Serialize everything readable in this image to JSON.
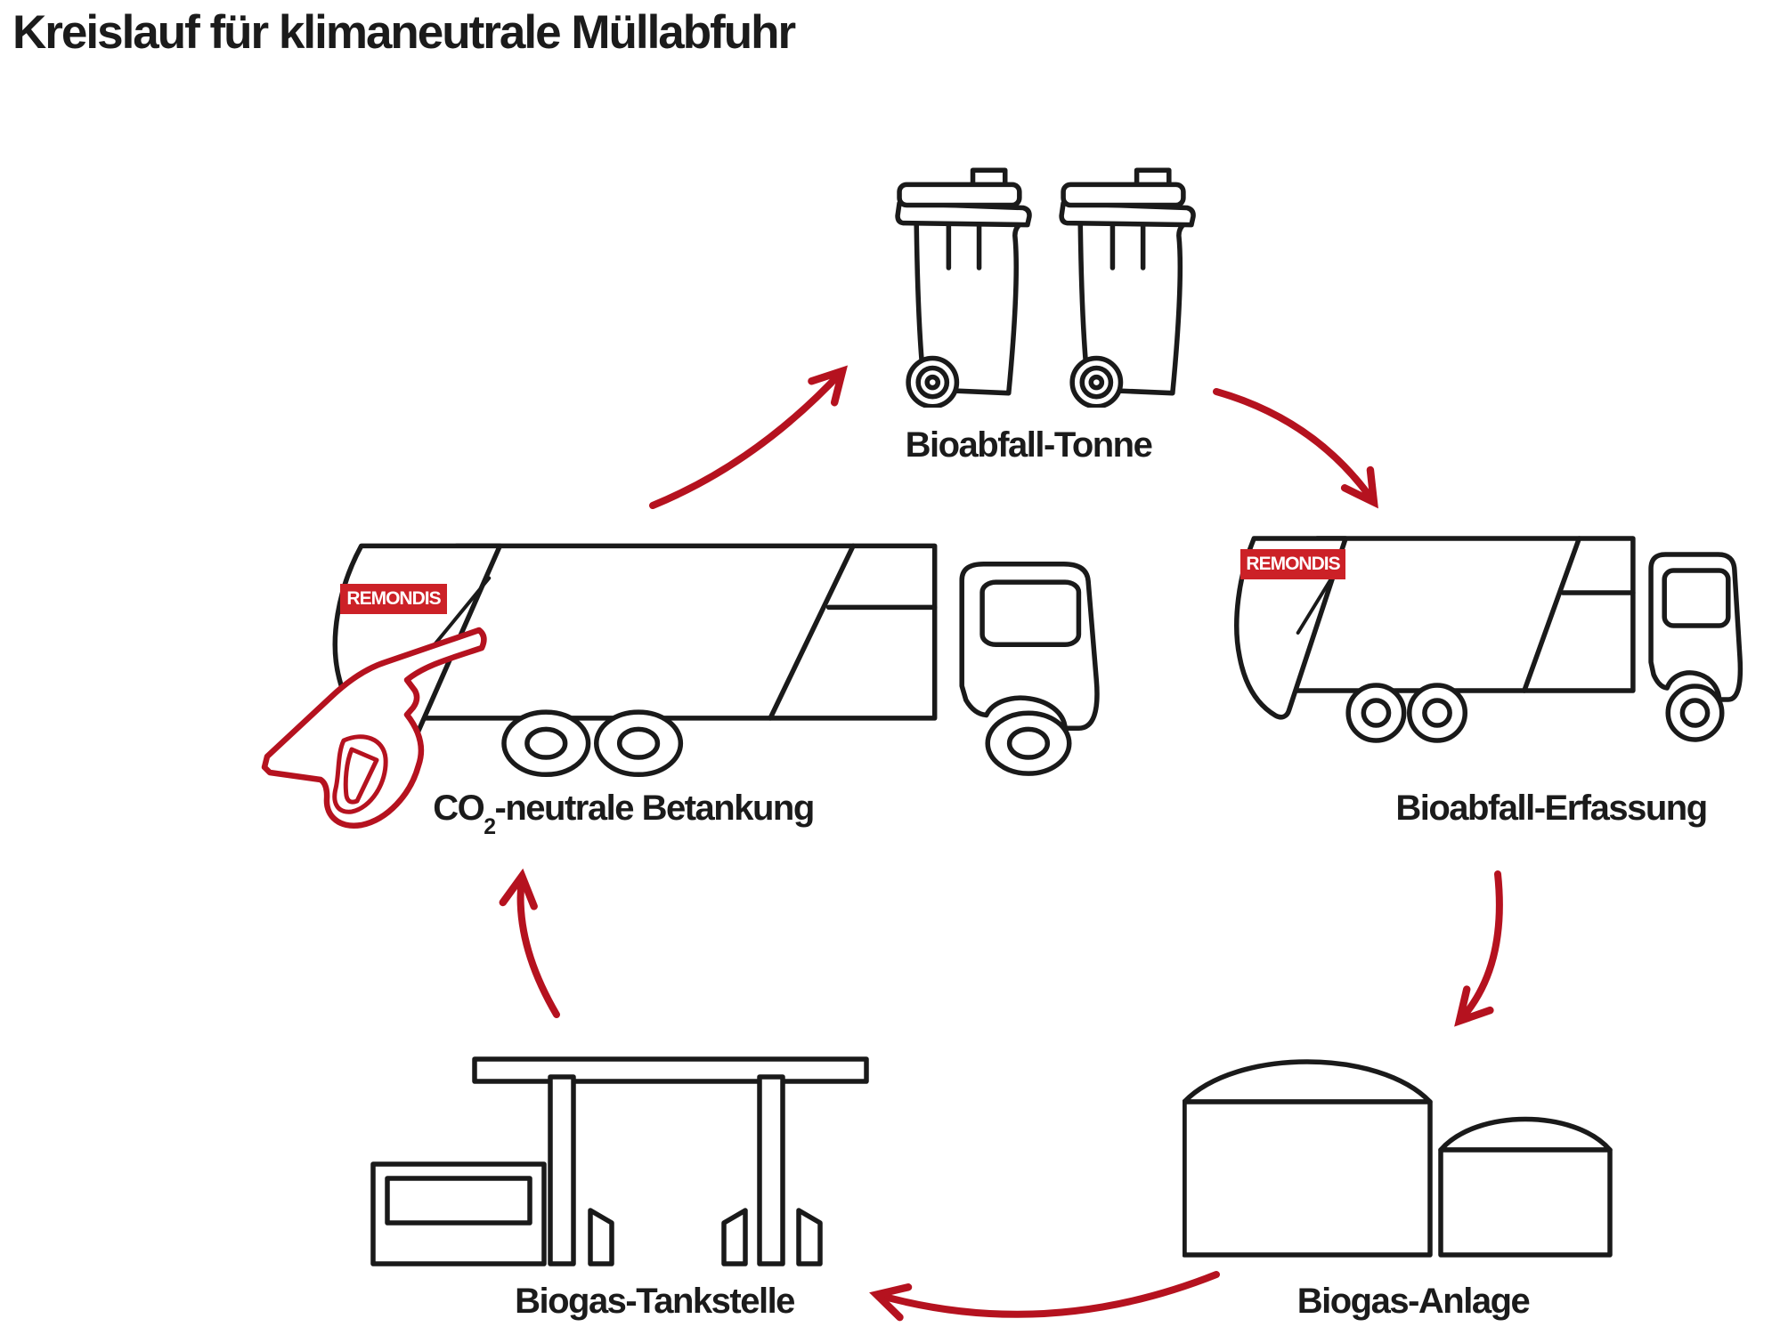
{
  "title": "Kreislauf für klimaneutrale Müllabfuhr",
  "truck_logo": "REMONDIS",
  "colors": {
    "line": "#1a1a1a",
    "label": "#1b1b1b",
    "arrow": "#b5121f",
    "logo_bg": "#cc2127",
    "logo_text": "#ffffff"
  },
  "nodes": {
    "bins": {
      "label": "Bioabfall-Tonne"
    },
    "collection": {
      "label": "Bioabfall-Erfassung"
    },
    "plant": {
      "label": "Biogas-Anlage"
    },
    "station": {
      "label": "Biogas-Tankstelle"
    },
    "refuel": {
      "label_prefix": "CO",
      "label_sub": "2",
      "label_suffix": "-neutrale Betankung"
    }
  },
  "cycle": {
    "steps": [
      "Bioabfall-Tonne",
      "Bioabfall-Erfassung",
      "Biogas-Anlage",
      "Biogas-Tankstelle",
      "CO2-neutrale Betankung"
    ]
  }
}
